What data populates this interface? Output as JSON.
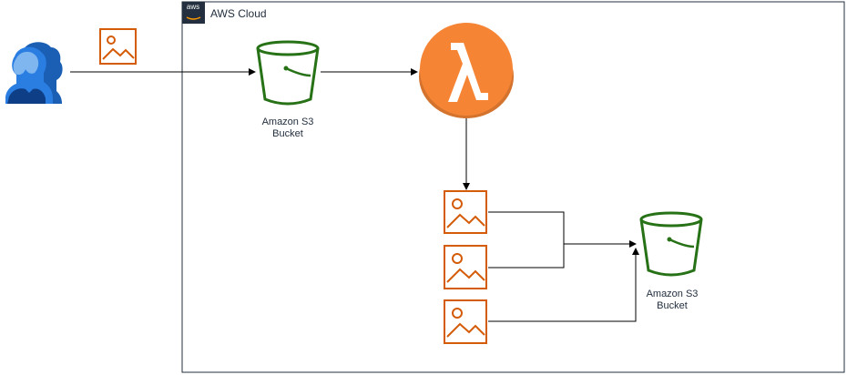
{
  "cloud": {
    "title": "AWS Cloud",
    "badge": "aws",
    "border_color": "#232f3e"
  },
  "nodes": {
    "bucket_top": {
      "label_line1": "Amazon S3",
      "label_line2": "Bucket"
    },
    "bucket_right": {
      "label_line1": "Amazon S3",
      "label_line2": "Bucket"
    }
  },
  "colors": {
    "s3_green": "#277116",
    "image_orange": "#d45b07",
    "lambda_orange": "#f58534",
    "lambda_shadow": "#d4732d",
    "users_blue": "#1f6fd1",
    "edge": "#000000"
  },
  "icons": {
    "users": "users-icon",
    "image": "image-icon",
    "bucket": "s3-bucket-icon",
    "lambda": "lambda-icon"
  }
}
